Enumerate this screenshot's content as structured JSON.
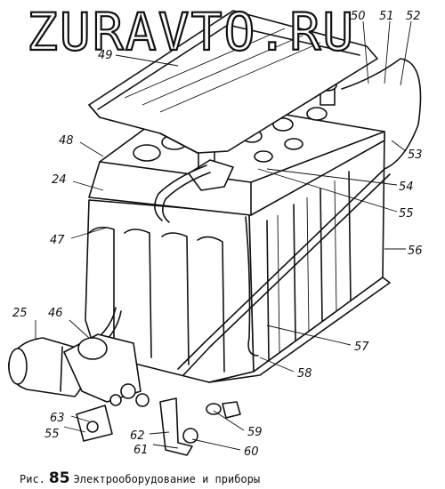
{
  "watermark": {
    "text": "ZURAVTO.RU"
  },
  "caption": {
    "prefix": "Рис.",
    "number": "85",
    "title": "Электрооборудование и приборы"
  },
  "callouts": {
    "c49": "49",
    "c50": "50",
    "c51": "51",
    "c52": "52",
    "c48": "48",
    "c24": "24",
    "c47": "47",
    "c53": "53",
    "c54": "54",
    "c55a": "55",
    "c56": "56",
    "c25": "25",
    "c46": "46",
    "c57": "57",
    "c58": "58",
    "c63": "63",
    "c55b": "55",
    "c62": "62",
    "c59": "59",
    "c61": "61",
    "c60": "60"
  }
}
